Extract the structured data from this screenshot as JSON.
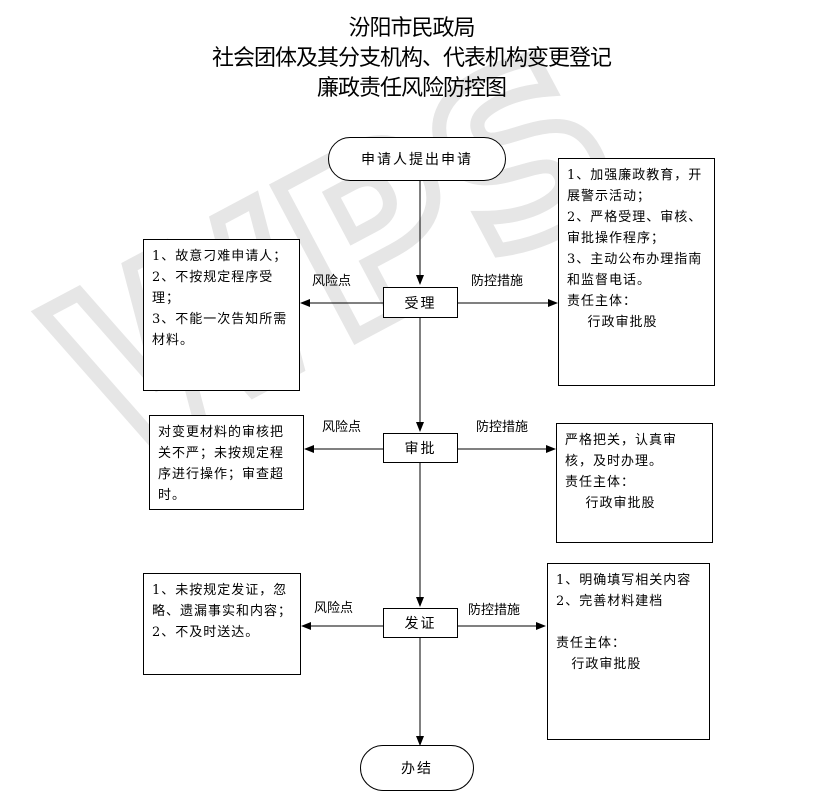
{
  "title": {
    "line1": "汾阳市民政局",
    "line2": "社会团体及其分支机构、代表机构变更登记",
    "line3": "廉政责任风险防控图"
  },
  "watermark": {
    "text": "WPS",
    "color": "#e8e8e8"
  },
  "flow": {
    "start": "申请人提出申请",
    "end": "办结",
    "steps": [
      {
        "label": "受理",
        "risk_label": "风险点",
        "control_label": "防控措施",
        "risk": "1、故意刁难申请人；\n2、不按规定程序受理；\n3、不能一次告知所需材料。",
        "control": "1、加强廉政教育，开展警示活动；\n2、严格受理、审核、审批操作程序；\n3、主动公布办理指南和监督电话。\n责任主体：\n    行政审批股"
      },
      {
        "label": "审批",
        "risk_label": "风险点",
        "control_label": "防控措施",
        "risk": "对变更材料的审核把关不严；未按规定程序进行操作；审查超时。",
        "control": "严格把关，认真审核，及时办理。\n责任主体：\n    行政审批股"
      },
      {
        "label": "发证",
        "risk_label": "风险点",
        "control_label": "防控措施",
        "risk": "1、未按规定发证，忽略、遗漏事实和内容；\n2、不及时送达。",
        "control": "1、明确填写相关内容\n2、完善材料建档\n\n责任主体：\n   行政审批股"
      }
    ]
  }
}
